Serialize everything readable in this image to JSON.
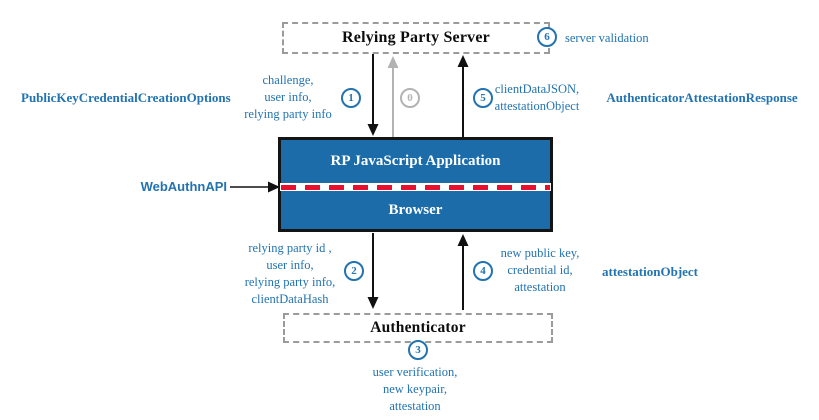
{
  "colors": {
    "accent_blue": "#2273b0",
    "box_fill_blue": "#1b6ca8",
    "inactive_gray": "#b3b3b3",
    "webauthn_dash_red": "#e8112d"
  },
  "nodes": {
    "relying_party_server": {
      "label": "Relying Party Server"
    },
    "rp_js_application": {
      "label": "RP JavaScript Application"
    },
    "browser": {
      "label": "Browser"
    },
    "authenticator": {
      "label": "Authenticator"
    }
  },
  "labels": {
    "webauthn_api": "WebAuthnAPI",
    "public_key_credential_creation_options": "PublicKeyCredentialCreationOptions",
    "authenticator_attestation_response": "AuthenticatorAttestationResponse",
    "attestation_object": "attestationObject"
  },
  "steps": {
    "step0": {
      "number": "0"
    },
    "step1": {
      "number": "1",
      "lines": [
        "challenge,",
        "user info,",
        "relying party info"
      ]
    },
    "step2": {
      "number": "2",
      "lines": [
        "relying party id ,",
        "user info,",
        "relying party info,",
        "clientDataHash"
      ]
    },
    "step3": {
      "number": "3",
      "lines": [
        "user verification,",
        "new keypair,",
        "attestation"
      ]
    },
    "step4": {
      "number": "4",
      "lines": [
        "new public key,",
        "credential id,",
        "attestation"
      ]
    },
    "step5": {
      "number": "5",
      "lines": [
        "clientDataJSON,",
        "attestationObject"
      ]
    },
    "step6": {
      "number": "6",
      "label": "server validation"
    }
  }
}
